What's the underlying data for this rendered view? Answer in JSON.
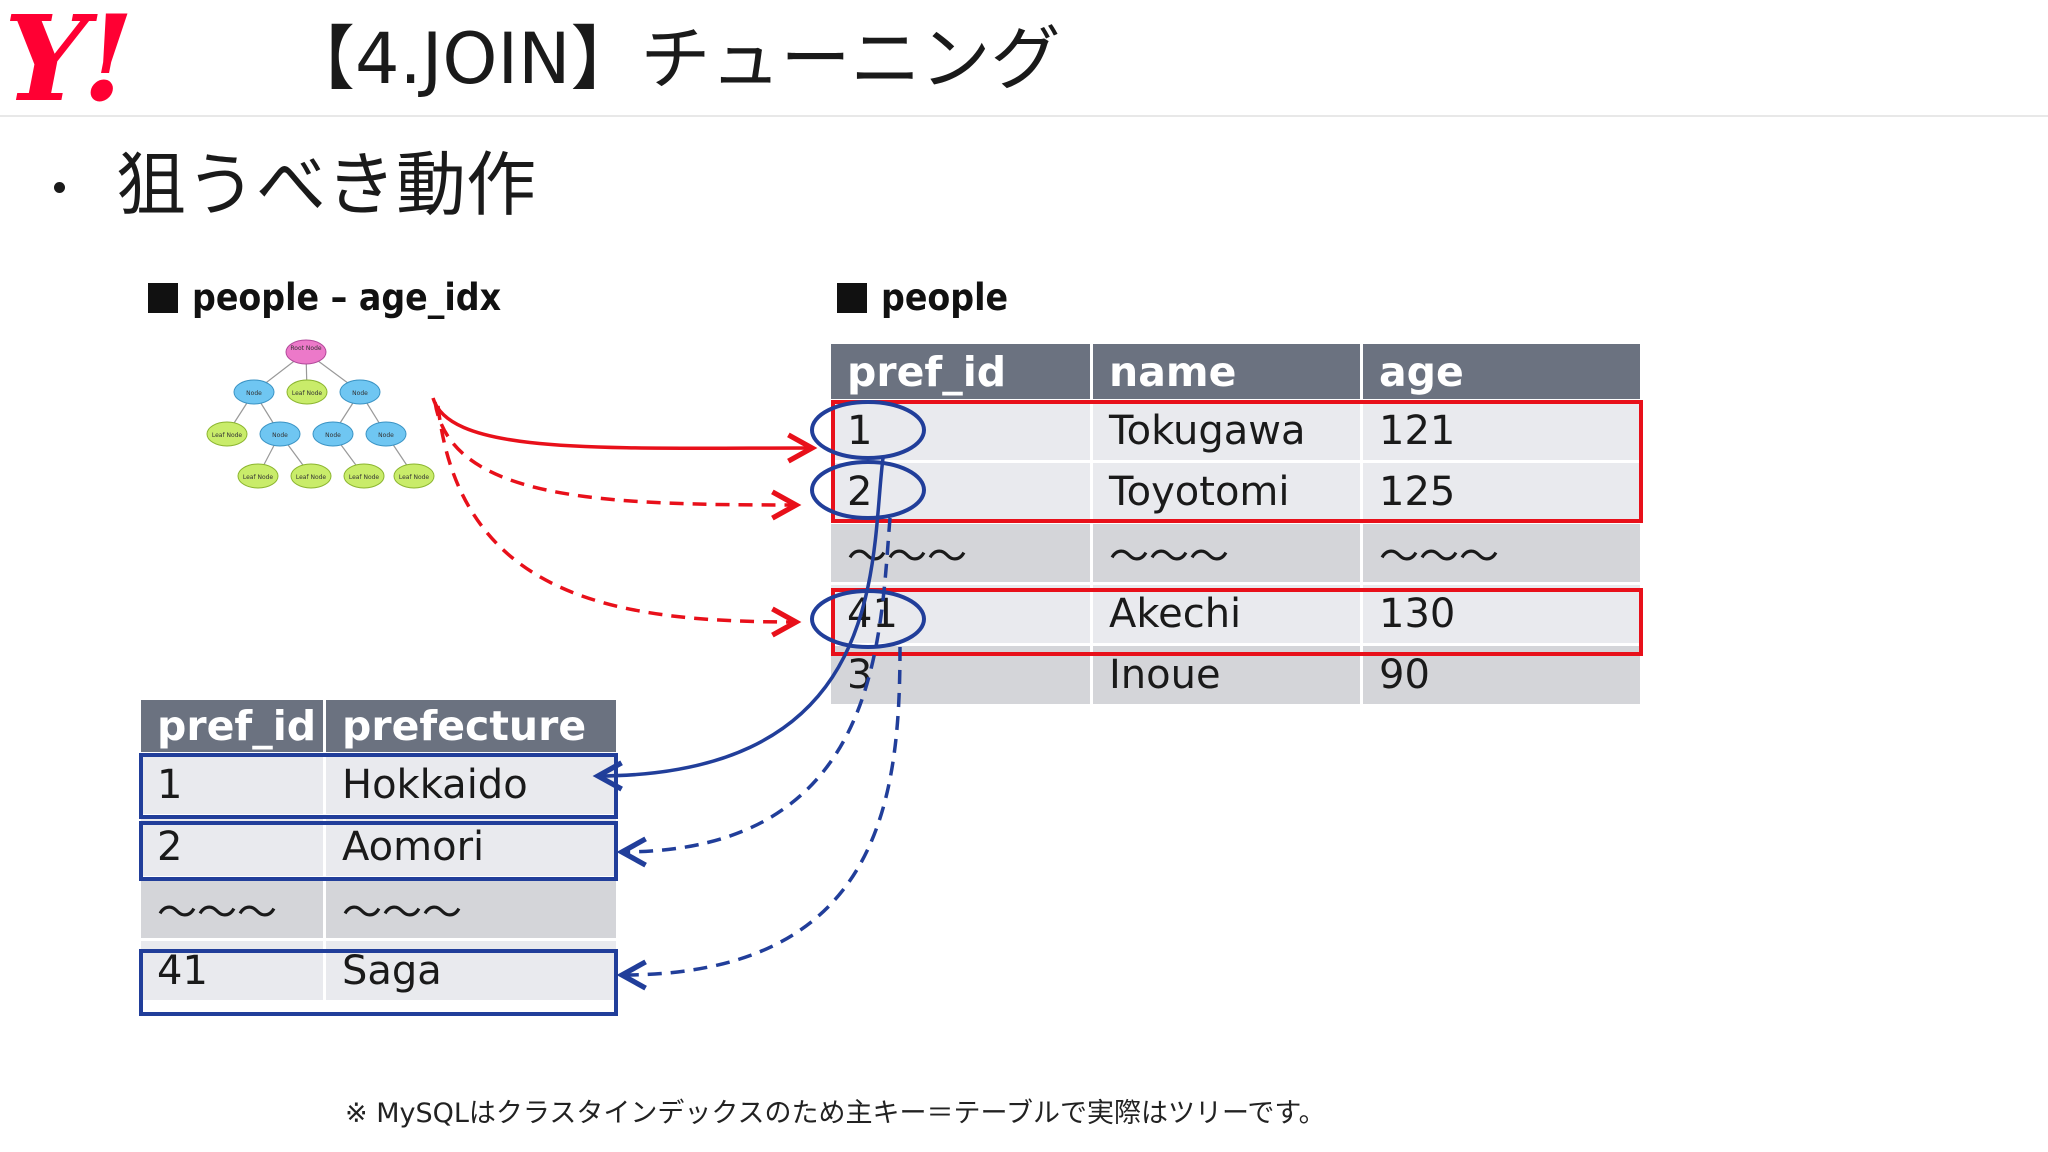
{
  "header": {
    "logo_text": "Y!",
    "title": "【4.JOIN】チューニング"
  },
  "bullet": {
    "text": "狙うべき動作"
  },
  "index_caption": "people – age_idx",
  "people_caption": "people",
  "tree_labels": {
    "root": "Root Node",
    "node": "Node",
    "leaf": "Leaf Node"
  },
  "people_table": {
    "columns": [
      "pref_id",
      "name",
      "age"
    ],
    "rows": [
      [
        "1",
        "Tokugawa",
        "121"
      ],
      [
        "2",
        "Toyotomi",
        "125"
      ],
      [
        "～～～",
        "～～～",
        "～～～"
      ],
      [
        "41",
        "Akechi",
        "130"
      ],
      [
        "3",
        "Inoue",
        "90"
      ]
    ]
  },
  "pref_table": {
    "columns": [
      "pref_id",
      "prefecture"
    ],
    "rows": [
      [
        "1",
        "Hokkaido"
      ],
      [
        "2",
        "Aomori"
      ],
      [
        "～～～",
        "～～～"
      ],
      [
        "41",
        "Saga"
      ]
    ]
  },
  "colors": {
    "header_fill": "#6b7280",
    "row_fill": "#e9eaee",
    "row_alt_fill": "#d4d5d9",
    "highlight_red": "#e8101a",
    "highlight_blue": "#213e9a",
    "logo_red": "#ff0033"
  },
  "footnote": "※ MySQLはクラスタインデックスのため主キー＝テーブルで実際はツリーです。"
}
